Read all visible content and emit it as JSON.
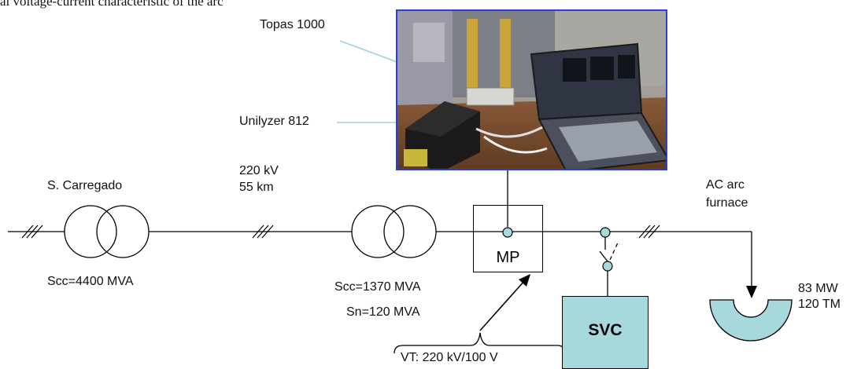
{
  "header_text": "al voltage-current characteristic of the arc",
  "photo_labels": {
    "topas": "Topas 1000",
    "unilyzer": "Unilyzer 812"
  },
  "source": {
    "name": "S. Carregado",
    "scc": "Scc=4400 MVA"
  },
  "line": {
    "voltage": "220 kV",
    "length": "55 km"
  },
  "transformer": {
    "scc": "Scc=1370 MVA",
    "sn": "Sn=120 MVA"
  },
  "measurement_point": {
    "label": "MP",
    "vt": "VT: 220 kV/100 V"
  },
  "svc": {
    "label": "SVC",
    "fill_color": "#a7d8dc"
  },
  "furnace": {
    "title_line1": "AC arc",
    "title_line2": "furnace",
    "power": "83 MW",
    "capacity": "120 TM",
    "fill_color": "#a7d8dc"
  },
  "accent_colors": {
    "photo_border": "#2a3fd6",
    "node_fill": "#a7d8dc"
  }
}
